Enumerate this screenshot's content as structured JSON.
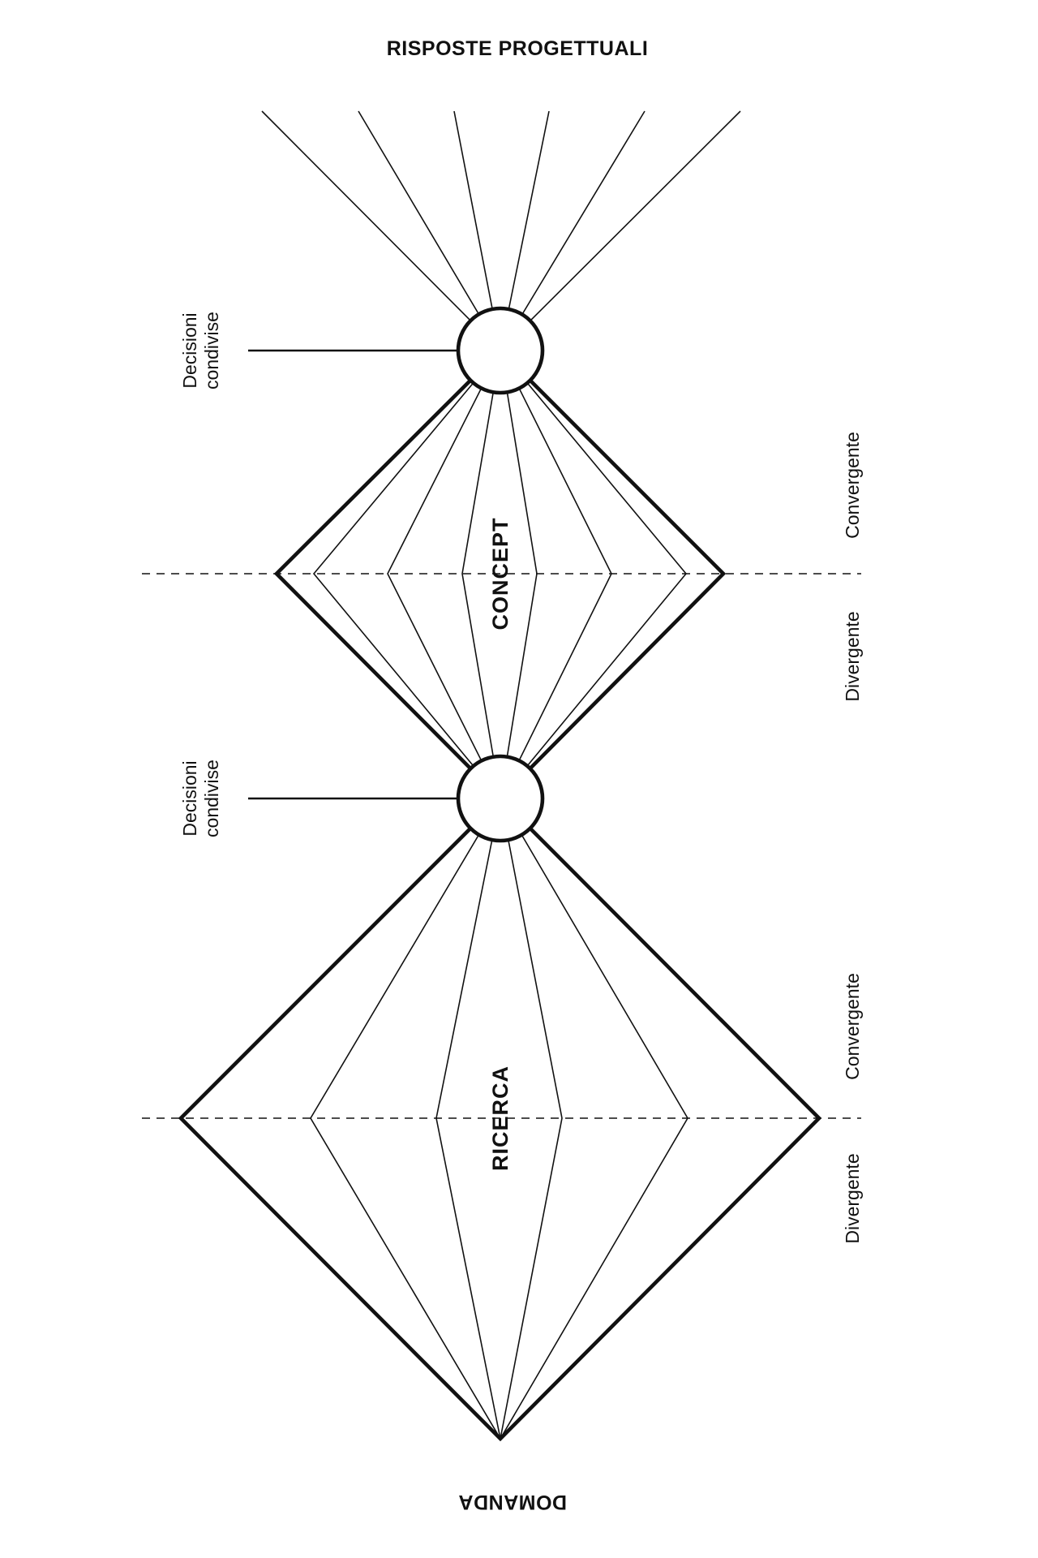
{
  "top_label": "RISPOSTE PROGETTUALI",
  "bottom_label": "DOMANDA",
  "phases": [
    {
      "label": "CONCEPT"
    },
    {
      "label": "RICERCA"
    }
  ],
  "decisions": [
    {
      "line1": "Decisioni",
      "line2": "condivise"
    },
    {
      "line1": "Decisioni",
      "line2": "condivise"
    }
  ],
  "side_labels": {
    "concept": {
      "convergent": "Convergente",
      "divergent": "Divergente"
    },
    "research": {
      "convergent": "Convergente",
      "divergent": "Divergente"
    }
  }
}
